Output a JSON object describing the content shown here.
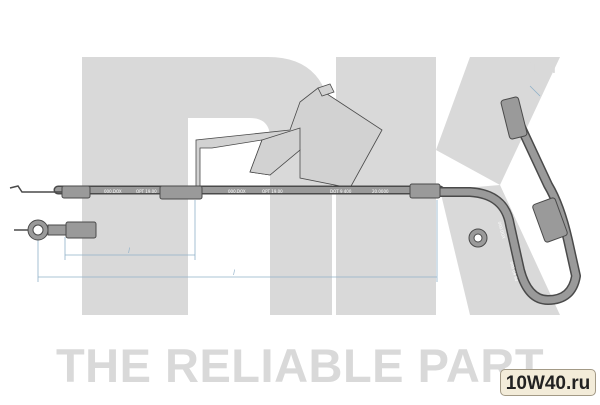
{
  "brand": {
    "trademark": "™",
    "slogan": "THE RELIABLE PART",
    "watermark_color": "#d9d9d9",
    "logo_name": "nk-logo-watermark"
  },
  "badge": {
    "text": "10W40.ru",
    "background": "#f3ecd9",
    "border": "#a39a86",
    "text_color": "#222222"
  },
  "drawing": {
    "line_color": "#4a4a4a",
    "hose_fill": "#9a9a9a",
    "bracket_fill": "#d2d2d2",
    "dimension_color": "#8fb0c8",
    "dimensions": [
      {
        "label": "l"
      },
      {
        "label": "l"
      }
    ],
    "hose_prints": [
      "000.DOX",
      "OPT 19.00",
      "000.DOX",
      "OPT 19.00",
      "DOT 9 400",
      "20.0000",
      "000.DOX",
      "000 04 94"
    ]
  }
}
